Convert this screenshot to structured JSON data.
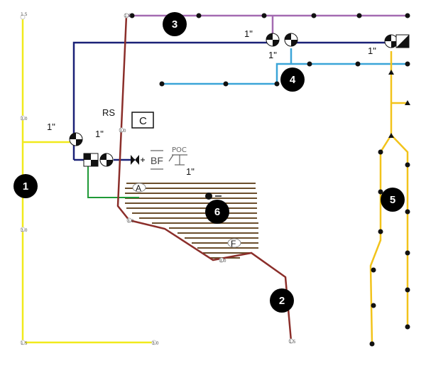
{
  "colors": {
    "yellow_line": "#f1ea1c",
    "yellow_circuit": "#f2c31b",
    "purple_line": "#a46bb1",
    "navy_line": "#1a2177",
    "cyan_line": "#3ba5d8",
    "brown_line": "#8b2e2a",
    "green_line": "#1f9a37",
    "hatch_brown": "#6b4e2c",
    "badge": "#000000"
  },
  "badges": [
    "1",
    "2",
    "3",
    "4",
    "5",
    "6"
  ],
  "labels": {
    "pipe_1in": "1\"",
    "rs": "RS",
    "c_box": "C",
    "bf": "BF",
    "poc": "POC",
    "a": "A",
    "f": "F"
  },
  "point_labels": {
    "v15": "1.5",
    "v30": "3.0"
  },
  "icons": [
    "gate-valve-icon",
    "backflow-preventer-icon",
    "point-of-connection-icon",
    "rotor-head-icon",
    "spray-head-icon",
    "controller-icon"
  ]
}
